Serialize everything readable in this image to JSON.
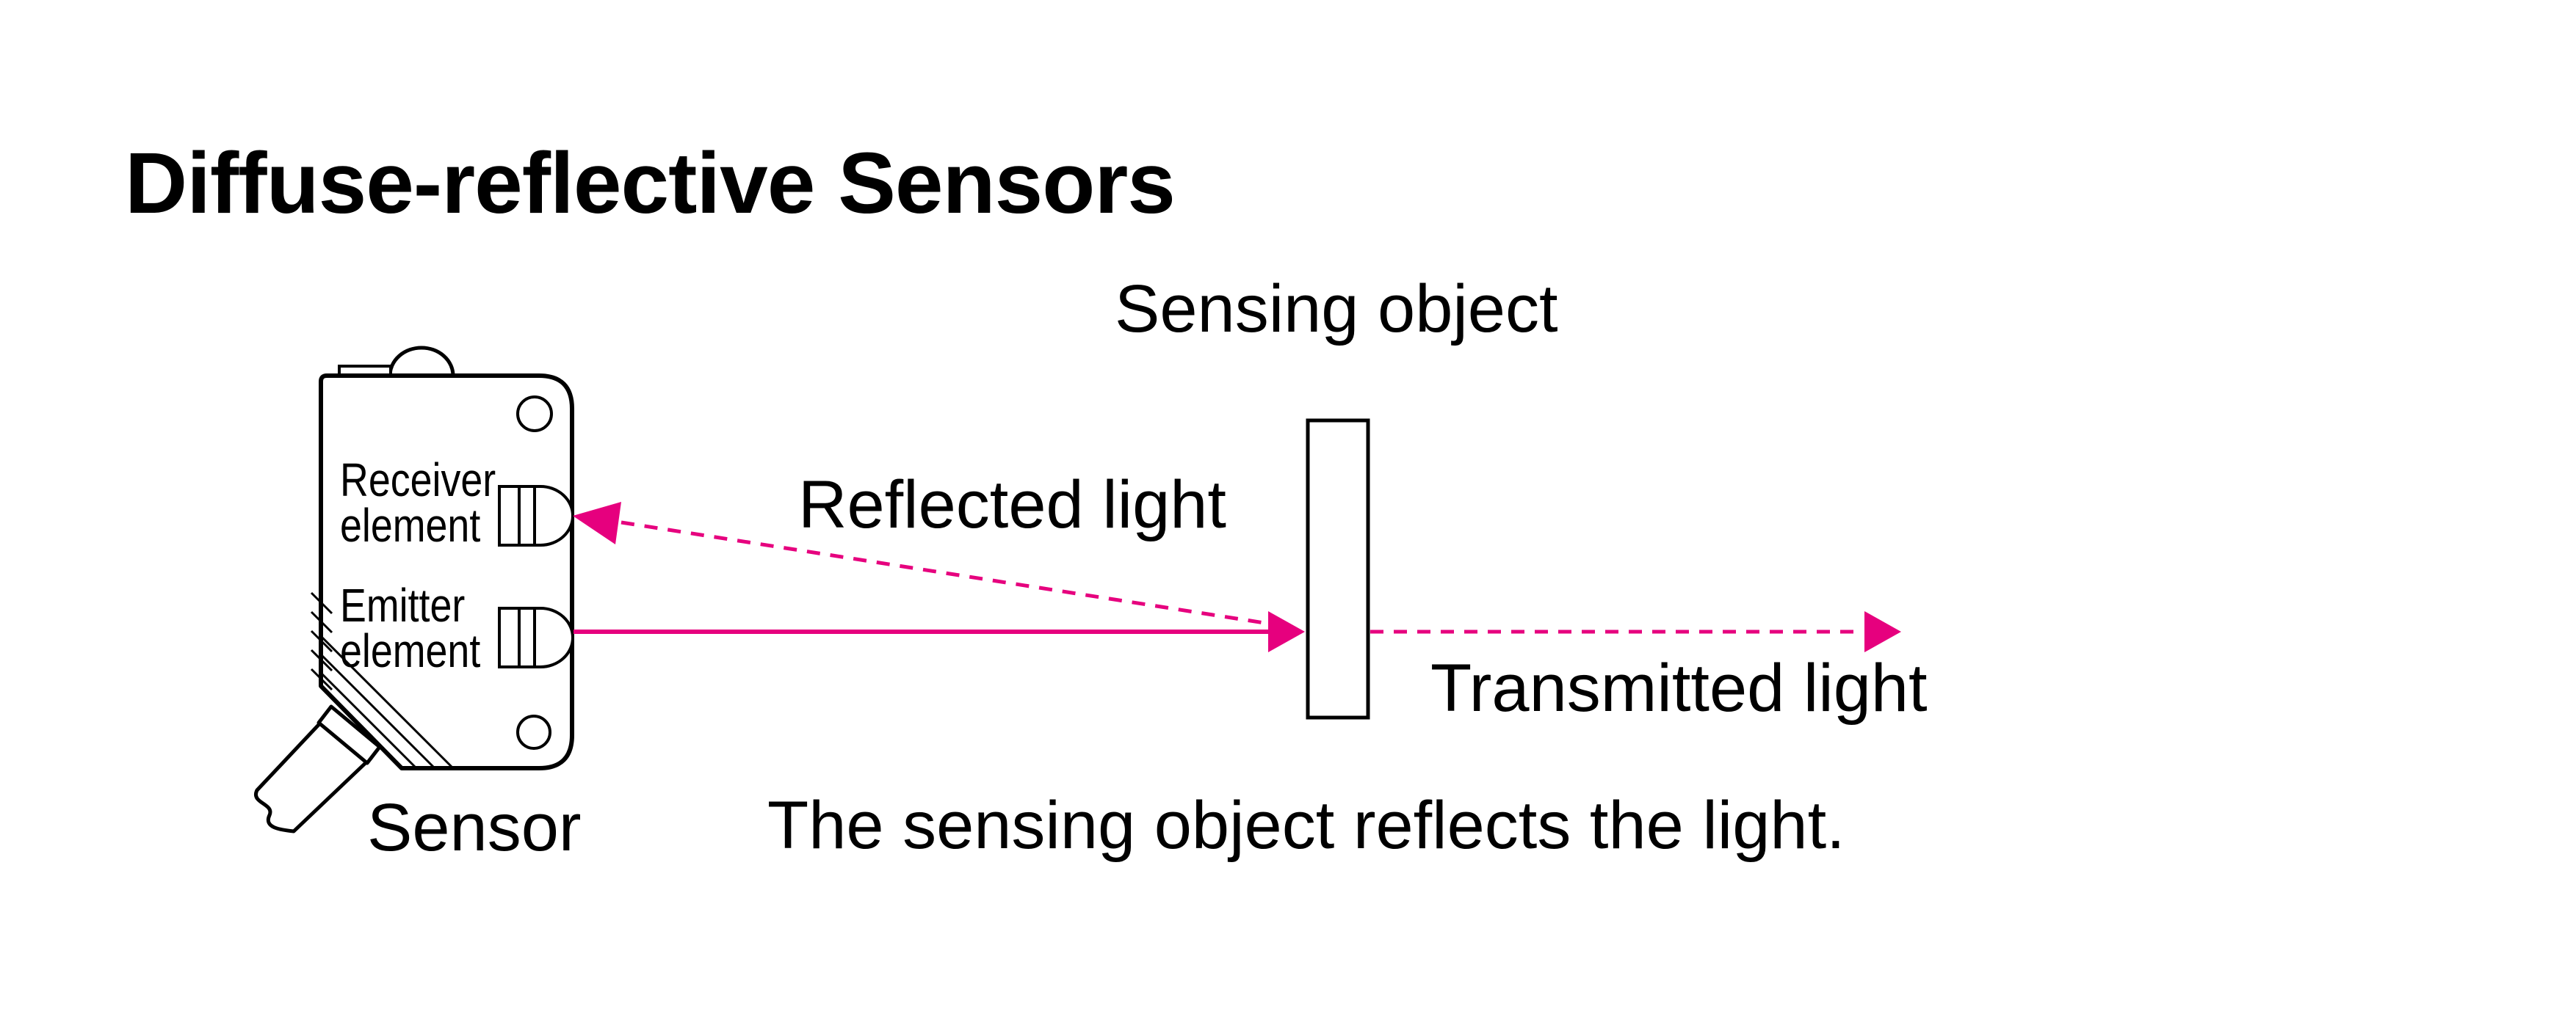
{
  "title": "Diffuse-reflective Sensors",
  "sensor": {
    "receiver_label_line1": "Receiver",
    "receiver_label_line2": "element",
    "emitter_label_line1": "Emitter",
    "emitter_label_line2": "element",
    "name_label": "Sensor"
  },
  "object": {
    "label": "Sensing object"
  },
  "beams": {
    "reflected_label": "Reflected light",
    "transmitted_label": "Transmitted light"
  },
  "caption": "The sensing object reflects the light.",
  "colors": {
    "beam_magenta": "#e6007e",
    "ink_black": "#000000",
    "background_white": "#ffffff"
  }
}
